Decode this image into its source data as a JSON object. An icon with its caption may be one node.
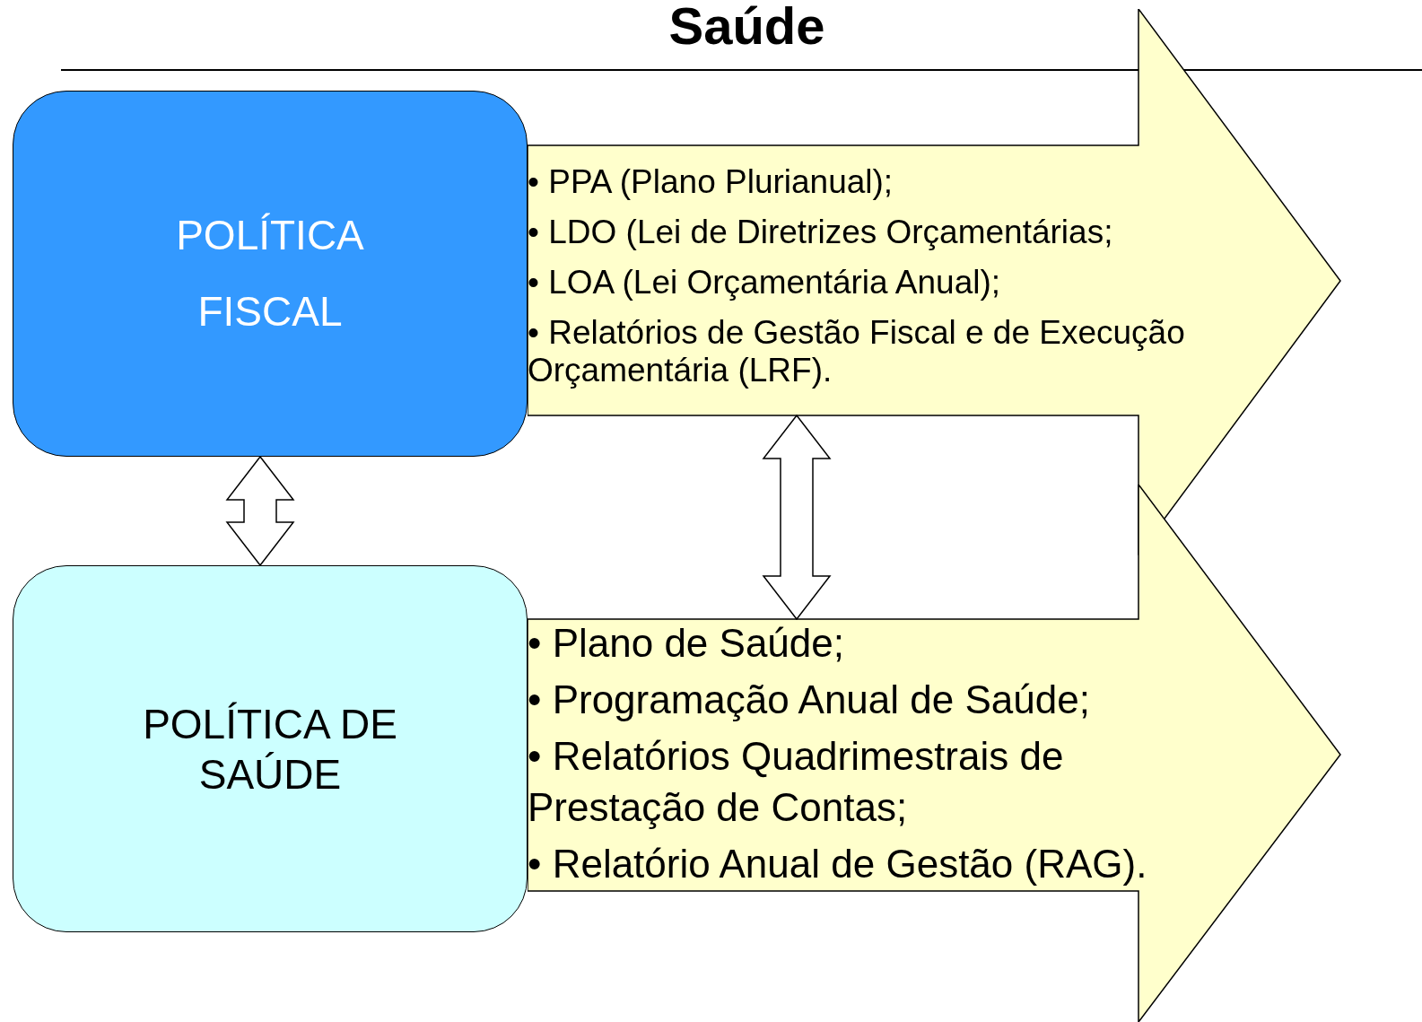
{
  "diagram": {
    "title": "Saúde",
    "nodes": [
      {
        "text": [
          "POLÍTICA FISCAL"
        ]
      },
      {
        "text": [
          "• PPA (Plano Plurianual);",
          "• LDO (Lei de Diretrizes Orçamentárias;",
          "• LOA (Lei Orçamentária Anual);",
          "• Relatórios de Gestão Fiscal e de Execução Orçamentária (LRF)."
        ]
      },
      {
        "text": [
          "POLÍTICA DE SAÚDE"
        ]
      },
      {
        "text": [
          "• Plano de Saúde;",
          "• Programação Anual de Saúde;",
          "• Relatórios Quadrimestrais de Prestação de Contas;",
          "• Relatório Anual de Gestão (RAG)."
        ]
      }
    ],
    "edges": [
      {
        "from": 0,
        "to": 2,
        "arrow": "both"
      },
      {
        "from": 1,
        "to": 3,
        "arrow": "both"
      }
    ]
  }
}
